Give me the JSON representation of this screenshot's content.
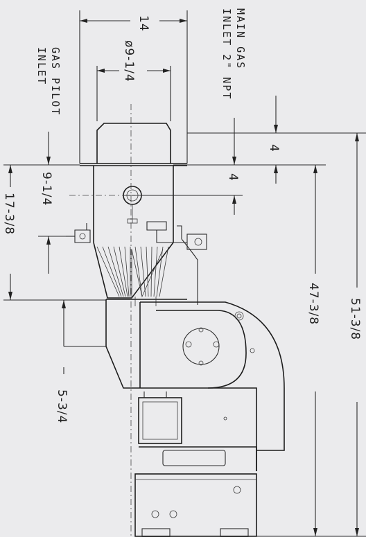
{
  "labels": {
    "main_gas_line1": "MAIN GAS",
    "main_gas_line2": "INLET 2\" NPT",
    "gas_pilot_line1": "GAS PILOT",
    "gas_pilot_line2": "INLET"
  },
  "dimensions": {
    "top_width": "14",
    "diameter": "ø9-1/4",
    "right_offset_4a": "4",
    "right_offset_4b": "4",
    "pilot_9_1_4": "9-1/4",
    "left_17_3_8": "17-3/8",
    "left_5_3_4": "5-3/4",
    "right_47_3_8": "47-3/8",
    "right_51_3_8": "51-3/8"
  },
  "colors": {
    "paper": "#ebebed",
    "ink": "#222222"
  }
}
